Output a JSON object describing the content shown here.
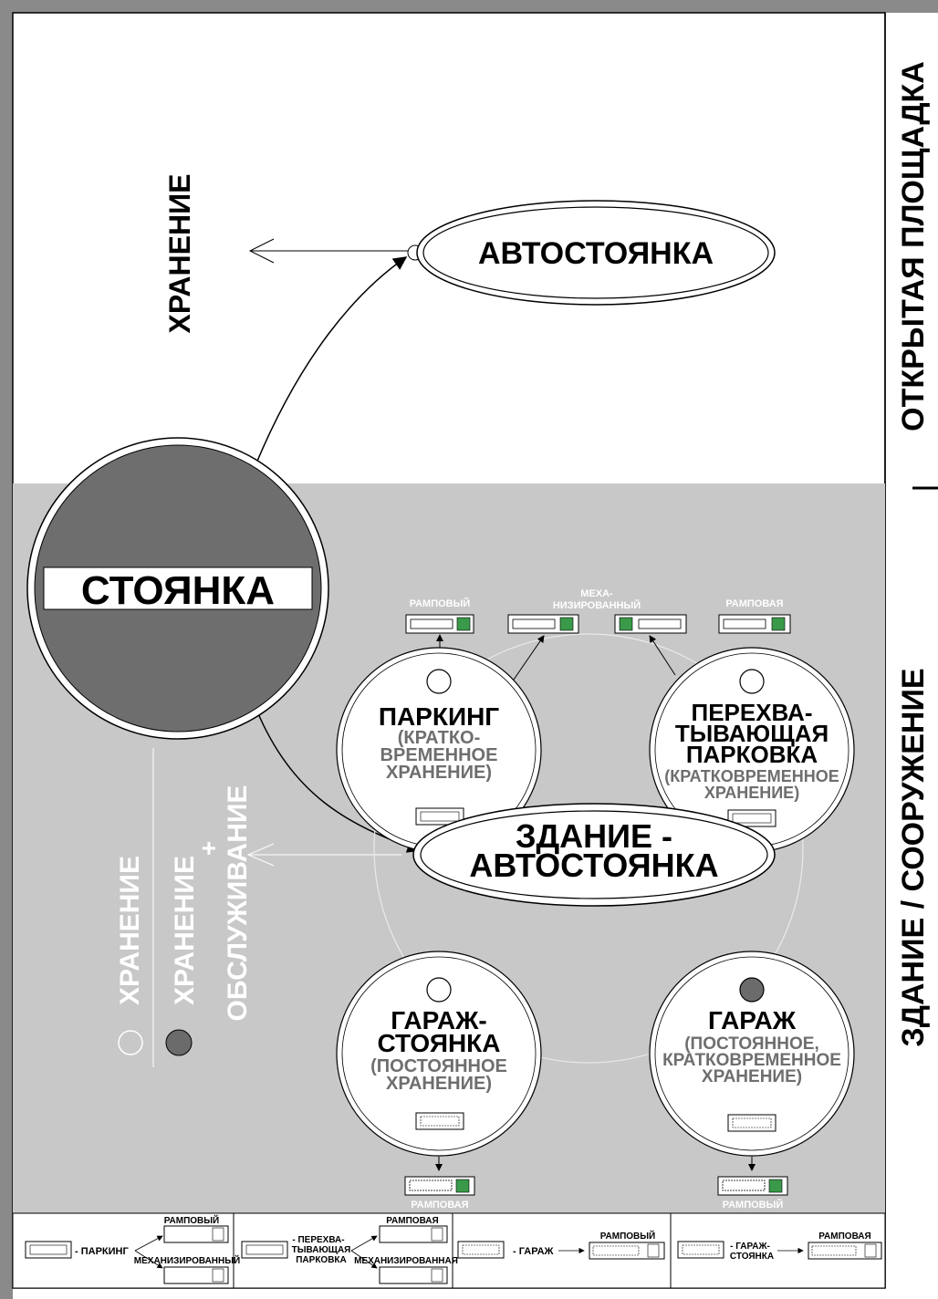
{
  "side_labels": {
    "open_area": "ОТКРЫТАЯ ПЛОЩАДКА",
    "building": "ЗДАНИЕ / СООРУЖЕНИЕ"
  },
  "top": {
    "storage": "ХРАНЕНИЕ",
    "autostoyanka": "АВТОСТОЯНКА"
  },
  "main_sign": "СТОЯНКА",
  "legend_vertical": {
    "storage": "ХРАНЕНИЕ",
    "storage2": "ХРАНЕНИЕ",
    "plus": "+",
    "service": "ОБСЛУЖИВАНИЕ"
  },
  "center": {
    "line1": "ЗДАНИЕ -",
    "line2": "АВТОСТОЯНКА"
  },
  "top_types": {
    "rampovyi": "РАМПОВЫЙ",
    "mech1": "МЕХА-",
    "mech2": "НИЗИРОВАННЫЙ",
    "rampovaya": "РАМПОВАЯ"
  },
  "circles": {
    "parking": {
      "title": "ПАРКИНГ",
      "sub": [
        "(КРАТКО-",
        "ВРЕМЕННОЕ",
        "ХРАНЕНИЕ)"
      ]
    },
    "intercept": {
      "title": [
        "ПЕРЕХВА-",
        "ТЫВАЮЩАЯ",
        "ПАРКОВКА"
      ],
      "sub": [
        "(КРАТКОВРЕМЕННОЕ",
        "ХРАНЕНИЕ)"
      ]
    },
    "garage_lot": {
      "title": [
        "ГАРАЖ-",
        "СТОЯНКА"
      ],
      "sub": [
        "(ПОСТОЯННОЕ",
        "ХРАНЕНИЕ)"
      ]
    },
    "garage": {
      "title": "ГАРАЖ",
      "sub": [
        "(ПОСТОЯННОЕ,",
        "КРАТКОВРЕМЕННОЕ",
        "ХРАНЕНИЕ)"
      ]
    }
  },
  "bottom_types": {
    "rampovaya": "РАМПОВАЯ",
    "rampovyi": "РАМПОВЫЙ"
  },
  "bottom_legend": {
    "parking": "- ПАРКИНГ",
    "rampovyi": "РАМПОВЫЙ",
    "mech_m": "МЕХАНИЗИРОВАННЫЙ",
    "intercept1": "- ПЕРЕХВА-",
    "intercept2": "ТЫВАЮЩАЯ",
    "intercept3": "ПАРКОВКА",
    "rampovaya": "РАМПОВАЯ",
    "mech_f": "МЕХАНИЗИРОВАННАЯ",
    "garage": "- ГАРАЖ",
    "rampovyi2": "РАМПОВЫЙ",
    "garage_lot1": "- ГАРАЖ-",
    "garage_lot2": "СТОЯНКА",
    "rampovaya2": "РАМПОВАЯ"
  },
  "colors": {
    "panel_gray": "#c8c8c8",
    "sign_gray": "#6e6e6e",
    "indicator_dark": "#6b6b6b",
    "green": "#3a9a4a"
  }
}
